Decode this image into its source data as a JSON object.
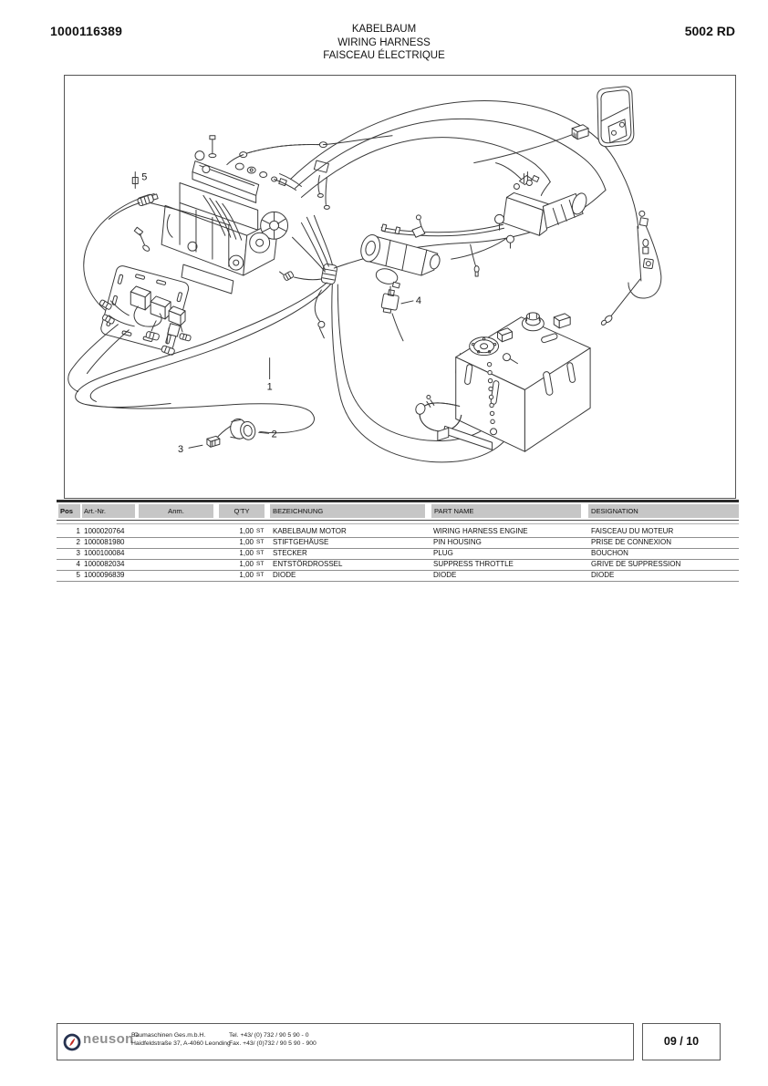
{
  "header": {
    "doc_number": "1000116389",
    "title_de": "KABELBAUM",
    "title_en": "WIRING HARNESS",
    "title_fr": "FAISCEAU ÉLECTRIQUE",
    "model": "5002 RD"
  },
  "diagram": {
    "description": "Exploded isometric wiring-harness drawing: engine, relay plate, starter, hydraulic pump, hydraulic tank, cover and harness cables",
    "callouts": [
      "1",
      "2",
      "3",
      "4",
      "5"
    ]
  },
  "table": {
    "headers": {
      "pos": "Pos",
      "art_nr": "Art.-Nr.",
      "anm": "Anm.",
      "qty": "Q'TY",
      "bezeichnung": "BEZEICHNUNG",
      "part_name": "PART NAME",
      "designation": "DESIGNATION"
    },
    "rows": [
      {
        "pos": "1",
        "art_nr": "1000020764",
        "anm": "",
        "qty": "1,00",
        "unit": "ST",
        "bezeichnung": "KABELBAUM MOTOR",
        "part_name": "WIRING HARNESS ENGINE",
        "designation": "FAISCEAU DU MOTEUR"
      },
      {
        "pos": "2",
        "art_nr": "1000081980",
        "anm": "",
        "qty": "1,00",
        "unit": "ST",
        "bezeichnung": "STIFTGEHÄUSE",
        "part_name": "PIN HOUSING",
        "designation": "PRISE DE CONNEXION"
      },
      {
        "pos": "3",
        "art_nr": "1000100084",
        "anm": "",
        "qty": "1,00",
        "unit": "ST",
        "bezeichnung": "STECKER",
        "part_name": "PLUG",
        "designation": "BOUCHON"
      },
      {
        "pos": "4",
        "art_nr": "1000082034",
        "anm": "",
        "qty": "1,00",
        "unit": "ST",
        "bezeichnung": "ENTSTÖRDROSSEL",
        "part_name": "SUPPRESS THROTTLE",
        "designation": "GRIVE DE SUPPRESSION"
      },
      {
        "pos": "5",
        "art_nr": "1000096839",
        "anm": "",
        "qty": "1,00",
        "unit": "ST",
        "bezeichnung": "DIODE",
        "part_name": "DIODE",
        "designation": "DIODE"
      }
    ]
  },
  "footer": {
    "company": "neuson",
    "address_line1": "Baumaschinen Ges.m.b.H.",
    "address_line2": "Haidfeldstraße 37, A-4060 Leonding",
    "tel": "Tel. +43/ (0) 732 / 90 5 90 - 0",
    "fax": "Fax. +43/ (0)732 / 90 5 90 - 900",
    "page": "09 / 10"
  },
  "colors": {
    "line": "#3a3a3a",
    "harness": "#2e2e2e",
    "table_header_bg": "#c6c6c6",
    "logo_navy": "#263250",
    "logo_red": "#c22a22",
    "brand_gray": "#8f8f8f"
  }
}
